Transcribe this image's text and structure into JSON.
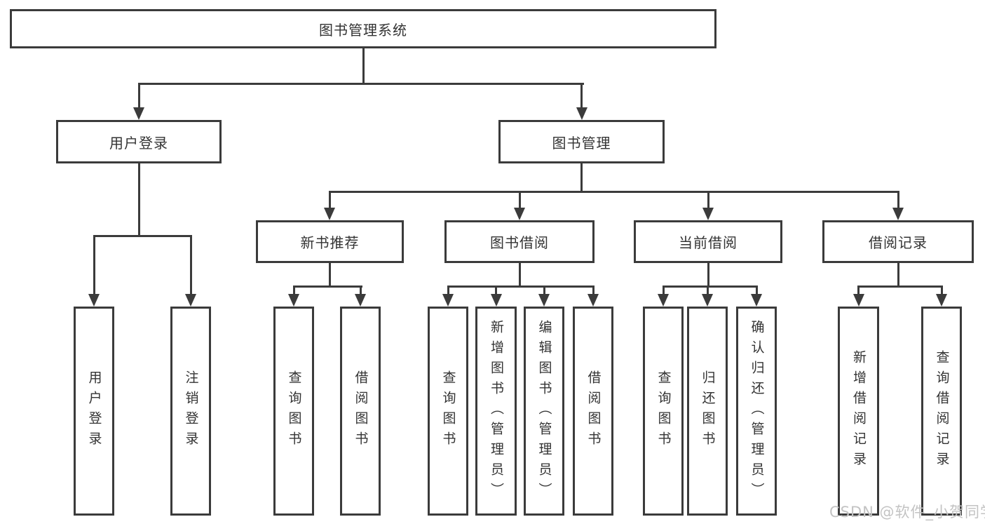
{
  "tree": {
    "root": "图书管理系统",
    "branches": [
      {
        "label": "用户登录",
        "children": [
          "用户登录",
          "注销登录"
        ]
      },
      {
        "label": "图书管理",
        "groups": [
          {
            "label": "新书推荐",
            "children": [
              "查询图书",
              "借阅图书"
            ]
          },
          {
            "label": "图书借阅",
            "children": [
              "查询图书",
              "新增图书（管理员）",
              "编辑图书（管理员）",
              "借阅图书"
            ]
          },
          {
            "label": "当前借阅",
            "children": [
              "查询图书",
              "归还图书",
              "确认归还（管理员）"
            ]
          },
          {
            "label": "借阅记录",
            "children": [
              "新增借阅记录",
              "查询借阅记录"
            ]
          }
        ]
      }
    ]
  },
  "watermark": "CSDN @软件_小贺同学",
  "colors": {
    "line": "#3b3b3b",
    "text": "#333333",
    "watermark": "#c3c3c3",
    "background": "#ffffff"
  }
}
